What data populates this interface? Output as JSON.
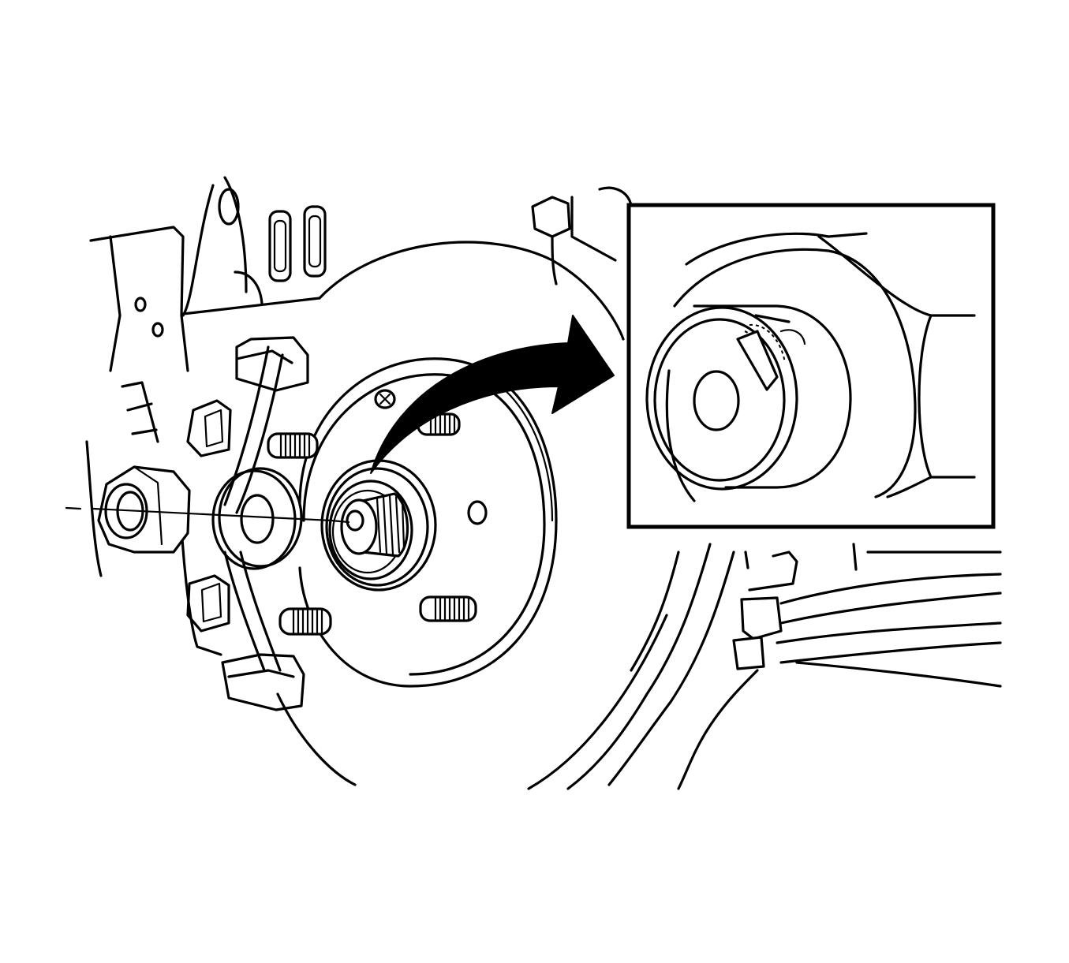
{
  "diagram": {
    "type": "technical-line-illustration",
    "components": [
      "axle-nut",
      "washer",
      "drive-axle-shaft",
      "wheel-hub",
      "wheel-studs",
      "brake-rotor",
      "brake-caliper-bracket",
      "steering-knuckle",
      "control-arm",
      "callout-arrow",
      "detail-inset"
    ],
    "detail_focus": "staked-axle-nut",
    "colors": {
      "line": "#000000",
      "background": "#ffffff"
    }
  }
}
